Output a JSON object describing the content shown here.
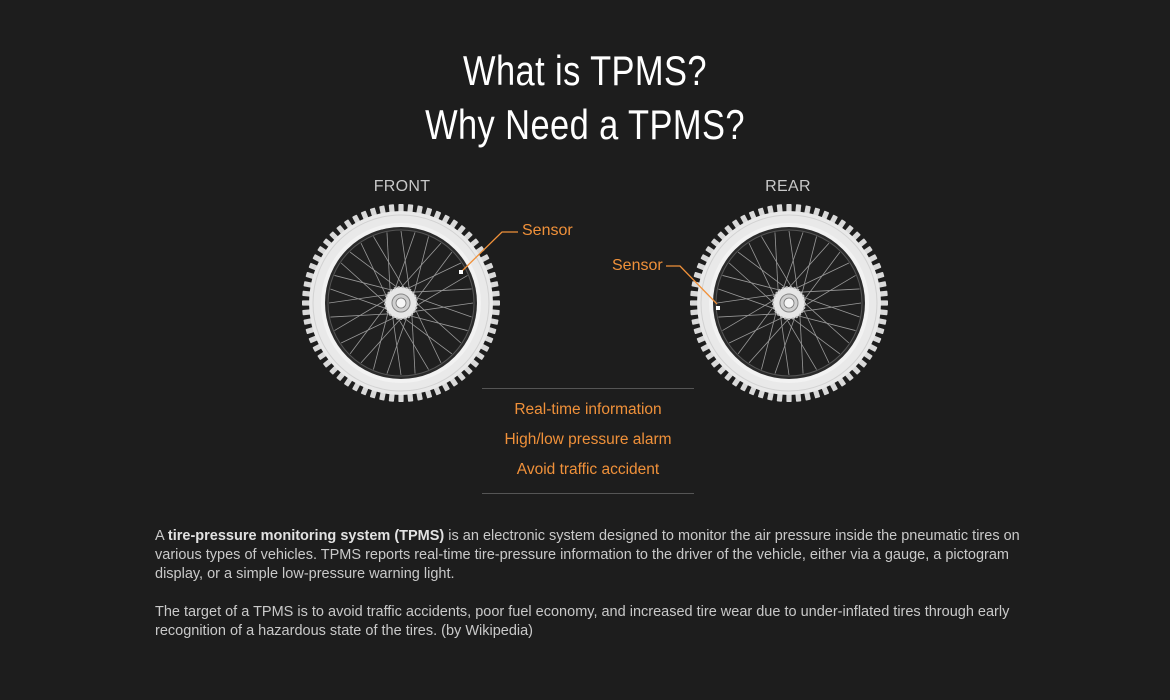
{
  "title": {
    "line1": "What is TPMS?",
    "line2": "Why Need a TPMS?"
  },
  "wheels": {
    "front_label": "FRONT",
    "rear_label": "REAR",
    "front_sensor_label": "Sensor",
    "rear_sensor_label": "Sensor"
  },
  "features": [
    "Real-time information",
    "High/low pressure alarm",
    "Avoid traffic accident"
  ],
  "description": {
    "p1_prefix": "A ",
    "p1_bold": "tire-pressure monitoring system (TPMS)",
    "p1_rest": " is an electronic system designed to monitor the air pressure inside the pneumatic tires on various types of vehicles.  TPMS reports real-time tire-pressure information to the driver of the vehicle, either via a gauge, a pictogram display, or a simple low-pressure warning light.",
    "p2": "The target of a TPMS is to avoid traffic accidents, poor fuel economy, and increased tire wear due to under-inflated tires through early recognition of a hazardous state of the tires. (by Wikipedia)"
  },
  "colors": {
    "background": "#1d1d1d",
    "accent": "#f0913a",
    "tire": "#e9e9e9",
    "rim": "#2a2a2a"
  },
  "icons": {
    "front_wheel": "bicycle-wheel-icon",
    "rear_wheel": "bicycle-wheel-icon"
  }
}
